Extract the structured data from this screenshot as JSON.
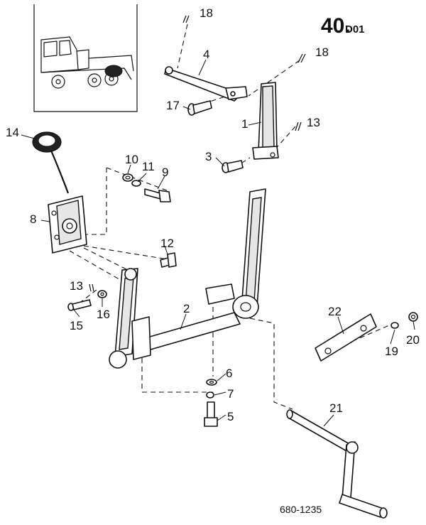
{
  "header": {
    "page_code_main": "40.",
    "page_code_sub": "D01"
  },
  "footer": {
    "drawing_number": "680-1235"
  },
  "callouts": {
    "p1": "1",
    "p2": "2",
    "p3": "3",
    "p4": "4",
    "p5": "5",
    "p6": "6",
    "p7": "7",
    "p8": "8",
    "p9": "9",
    "p10": "10",
    "p11": "11",
    "p12": "12",
    "p13a": "13",
    "p13b": "13",
    "p14": "14",
    "p15": "15",
    "p16": "16",
    "p17": "17",
    "p18a": "18",
    "p18b": "18",
    "p19": "19",
    "p20": "20",
    "p21": "21",
    "p22": "22"
  }
}
